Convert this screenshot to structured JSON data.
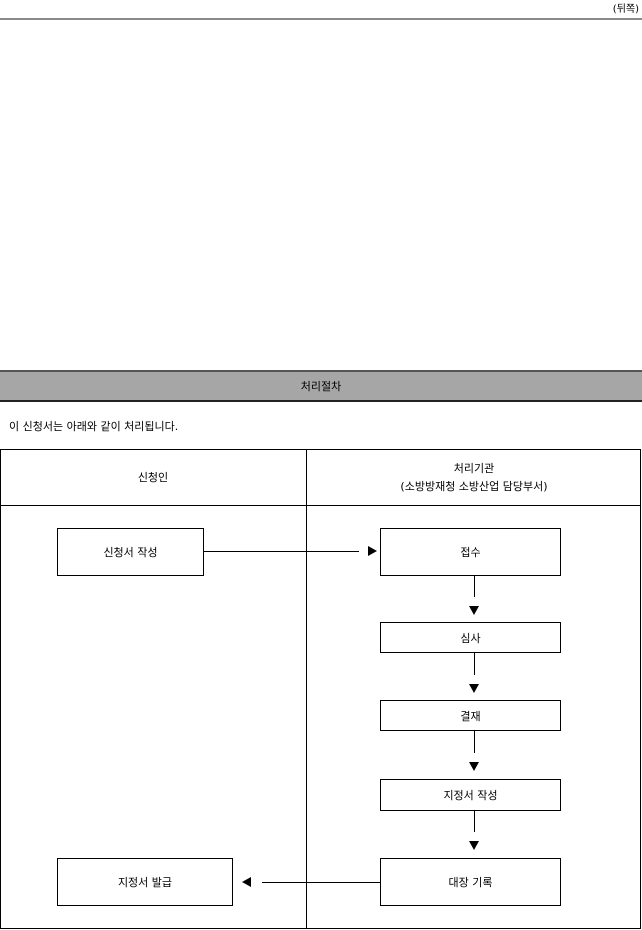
{
  "page_side": "(뒤쪽)",
  "procedure": {
    "header": "처리절차",
    "note": "이 신청서는 아래와 같이 처리됩니다."
  },
  "columns": {
    "applicant": "신청인",
    "processor_title": "처리기관",
    "processor_subtitle": "(소방방재청 소방산업 담당부서)"
  },
  "steps": {
    "write_application": "신청서 작성",
    "receipt": "접수",
    "review": "심사",
    "approval": "결재",
    "write_designation": "지정서 작성",
    "register_record": "대장 기록",
    "issue_designation": "지정서 발급"
  }
}
